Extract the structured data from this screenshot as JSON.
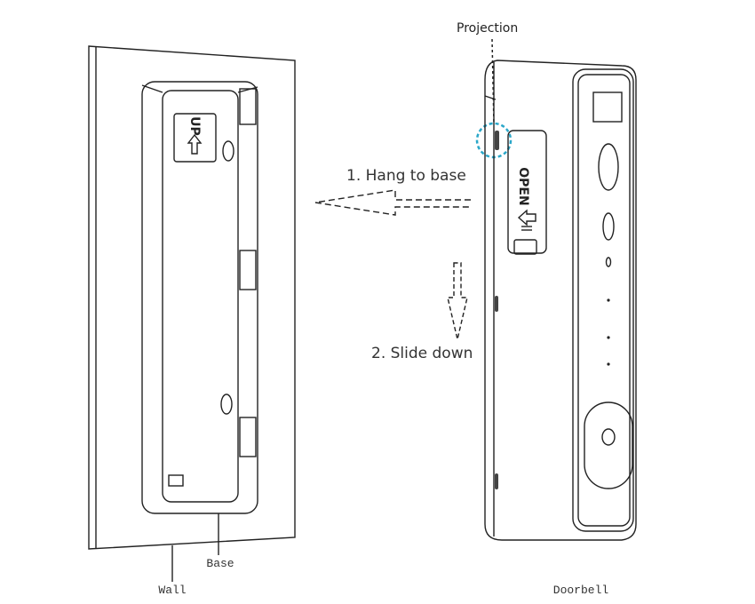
{
  "labels": {
    "projection": "Projection",
    "step1": "1. Hang to base",
    "step2": "2. Slide down",
    "base": "Base",
    "wall": "Wall",
    "doorbell": "Doorbell",
    "up_marking": "UP",
    "open_marking": "OPEN"
  },
  "colors": {
    "highlight": "#2aa7c9",
    "line": "#222222"
  }
}
